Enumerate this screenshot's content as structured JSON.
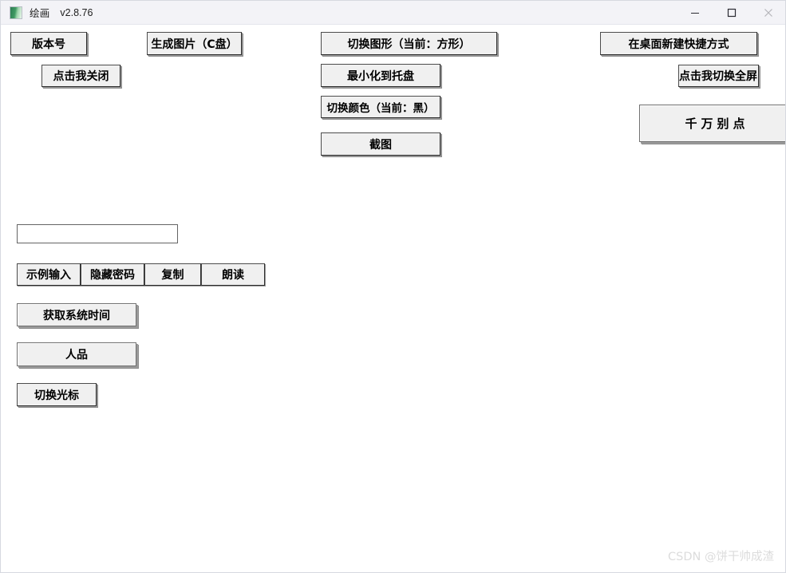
{
  "window": {
    "title": "绘画",
    "version": "v2.8.76",
    "icon": "paint-app-icon",
    "controls": {
      "minimize": "minimize-icon",
      "maximize": "maximize-icon",
      "close": "close-icon"
    }
  },
  "buttons": {
    "version_number": "版本号",
    "generate_image": "生成图片（C盘）",
    "click_to_close": "点击我关闭",
    "toggle_shape": "切换图形（当前：方形）",
    "minimize_to_tray": "最小化到托盘",
    "toggle_color": "切换颜色（当前：黑）",
    "screenshot": "截图",
    "create_desktop_shortcut": "在桌面新建快捷方式",
    "toggle_fullscreen": "点击我切换全屏",
    "do_not_click": "千万别点",
    "sample_input": "示例输入",
    "hide_password": "隐藏密码",
    "copy": "复制",
    "read_aloud": "朗读",
    "get_system_time": "获取系统时间",
    "luck": "人品",
    "toggle_cursor": "切换光标"
  },
  "input": {
    "value": "",
    "placeholder": ""
  },
  "watermark": {
    "text": "CSDN @饼干帅成渣"
  },
  "colors": {
    "window_background": "#ffffff",
    "titlebar_background": "#f3f3f7",
    "button_face": "#f0f0f0",
    "button_text": "#000000",
    "watermark_text": "#dcdcdc"
  }
}
